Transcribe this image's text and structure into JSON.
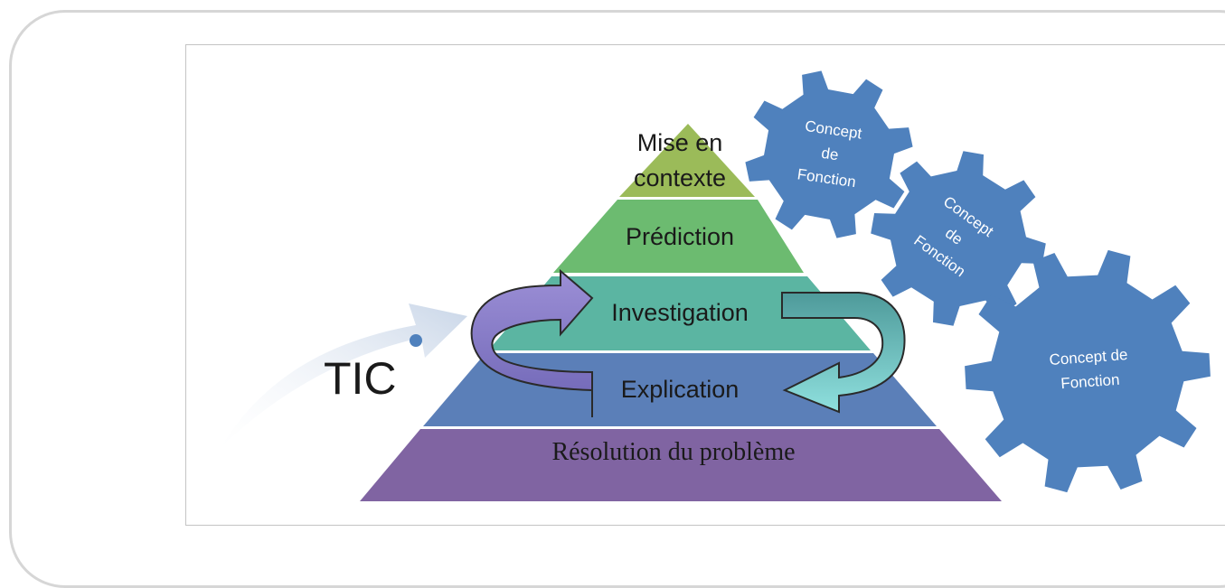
{
  "pyramid": {
    "levels": [
      {
        "lines": [
          "Mise en",
          "contexte"
        ],
        "color": "#9bbb59"
      },
      {
        "lines": [
          "Prédiction"
        ],
        "color": "#6cbb70"
      },
      {
        "lines": [
          "Investigation"
        ],
        "color": "#5bb5a2"
      },
      {
        "lines": [
          "Explication"
        ],
        "color": "#5b7fb8"
      },
      {
        "lines": [
          "Résolution du problème"
        ],
        "color": "#8064a2"
      }
    ]
  },
  "tic": {
    "label": "TIC"
  },
  "gears": [
    {
      "lines": [
        "Concept",
        "de",
        "Fonction"
      ],
      "color": "#4f81bd"
    },
    {
      "lines": [
        "Concept",
        "de",
        "Fonction"
      ],
      "color": "#4f81bd"
    },
    {
      "lines": [
        "Concept de",
        "Fonction"
      ],
      "color": "#4f81bd"
    }
  ],
  "arrows": {
    "left_color": "#8a7fc6",
    "right_color": "#6ec3c2"
  }
}
